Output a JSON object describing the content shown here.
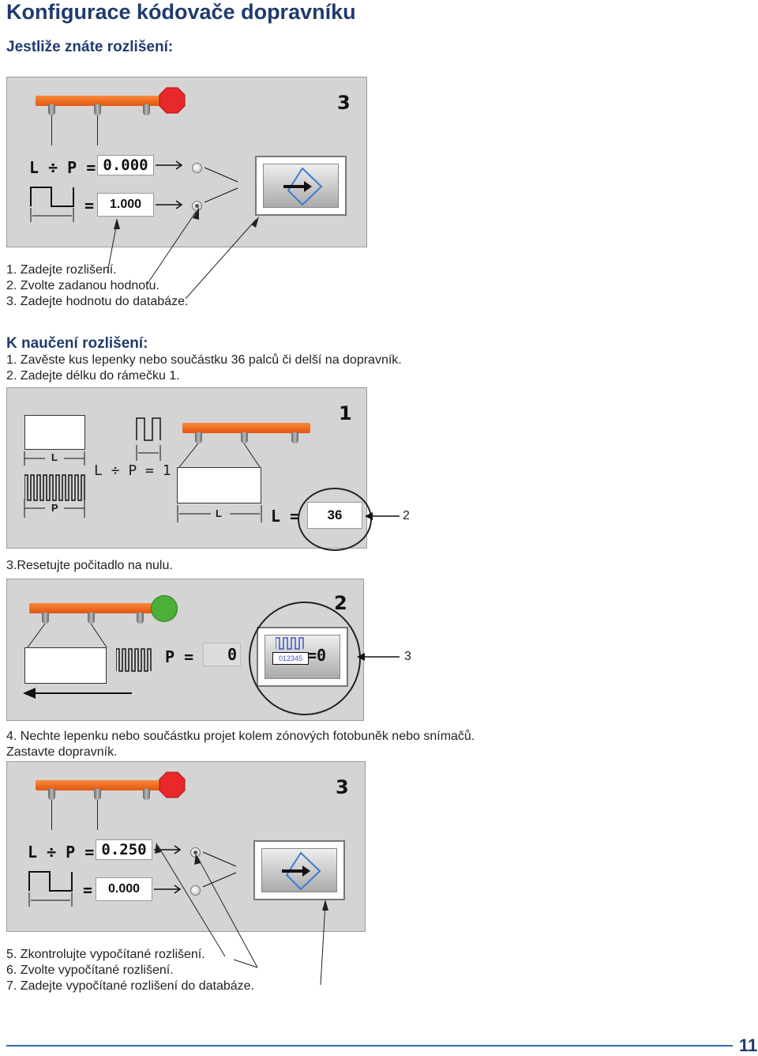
{
  "title": "Konfigurace kódovače dopravníku",
  "section1": {
    "heading": "Jestliže znáte rozlišení:",
    "panel": {
      "number": "3",
      "formula": "L ÷ P =",
      "ratio_value": "0.000",
      "equals": "=",
      "entry_value": "1.000"
    },
    "steps": [
      "1. Zadejte rozlišení.",
      "2. Zvolte zadanou hodnotu.",
      "3. Zadejte hodnotu do databáze."
    ]
  },
  "section2": {
    "heading": "K naučení rozlišení:",
    "steps": [
      "1. Zavěste kus lepenky nebo součástku 36 palců či delší na dopravník.",
      "2. Zadejte délku do rámečku 1."
    ],
    "panel": {
      "number": "1",
      "label_L": "L",
      "label_P": "P",
      "formula": "L ÷ P = 1",
      "length_label": "L",
      "length_formula": "L =",
      "length_value": "36"
    },
    "callout": "2"
  },
  "section3": {
    "step": "3.Resetujte počitadlo na nulu.",
    "panel": {
      "number": "2",
      "formula": "P =",
      "count_value": "0",
      "counter_digits": "012345",
      "reset_formula": "=0"
    },
    "callout": "3"
  },
  "section4": {
    "steps": [
      "4. Nechte lepenku nebo součástku projet kolem zónových fotobuněk nebo snímačů.",
      "Zastavte dopravník."
    ],
    "panel": {
      "number": "3",
      "formula": "L ÷ P =",
      "ratio_value": "0.250",
      "equals": "=",
      "entry_value": "0.000"
    }
  },
  "section5": {
    "steps": [
      "5. Zkontrolujte vypočítané rozlišení.",
      "6. Zvolte vypočítané rozlišení.",
      "7. Zadejte vypočítané rozlišení do databáze."
    ]
  },
  "page_number": "11",
  "colors": {
    "heading": "#1f3b6e",
    "conveyor": "#e45510",
    "stop": "#e8282a",
    "go": "#4caf3a",
    "footer_rule": "#2b6cb0"
  }
}
